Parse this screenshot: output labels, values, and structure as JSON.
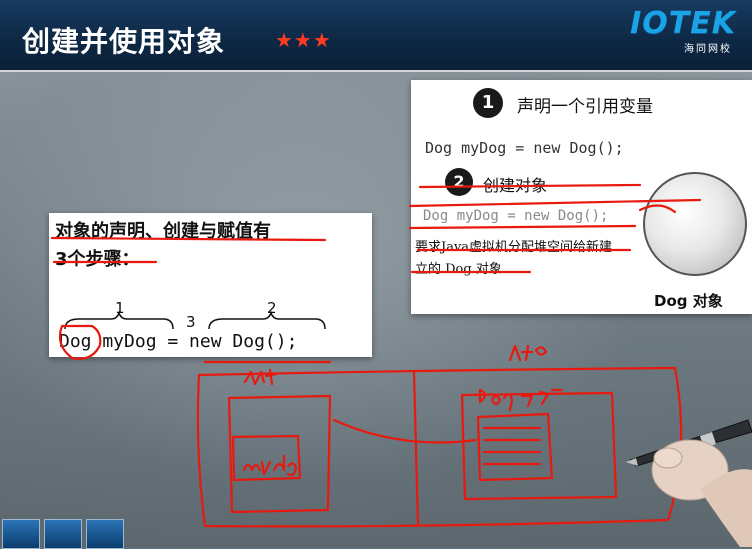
{
  "header": {
    "title": "创建并使用对象",
    "stars": "★★★",
    "logo": "IOTEK",
    "logo_sub": "海同网校"
  },
  "left_card": {
    "line1": "对象的声明、创建与赋值有",
    "line2": "3个步骤：",
    "label1": "1",
    "label2": "2",
    "label3": "3",
    "code": "Dog myDog = new Dog();"
  },
  "right_card": {
    "step1_num": "1",
    "step1_text": "声明一个引用变量",
    "step1_code": "Dog myDog = new Dog();",
    "step2_num": "2",
    "step2_text": "创建对象",
    "step2_code": "Dog myDog = new Dog();",
    "step2_desc_line1": "要求Java虚拟机分配堆空间给新建",
    "step2_desc_line2": "立的 Dog 对象",
    "dog_label": "Dog 对象"
  },
  "annotations": {
    "stack": "栈",
    "heap": "堆内存",
    "dog_object": "Dog对象",
    "mydog": "myDog"
  },
  "colors": {
    "accent_red": "#e8190f",
    "header_bg": "#0e2946",
    "logo_blue": "#1aa3e6"
  }
}
